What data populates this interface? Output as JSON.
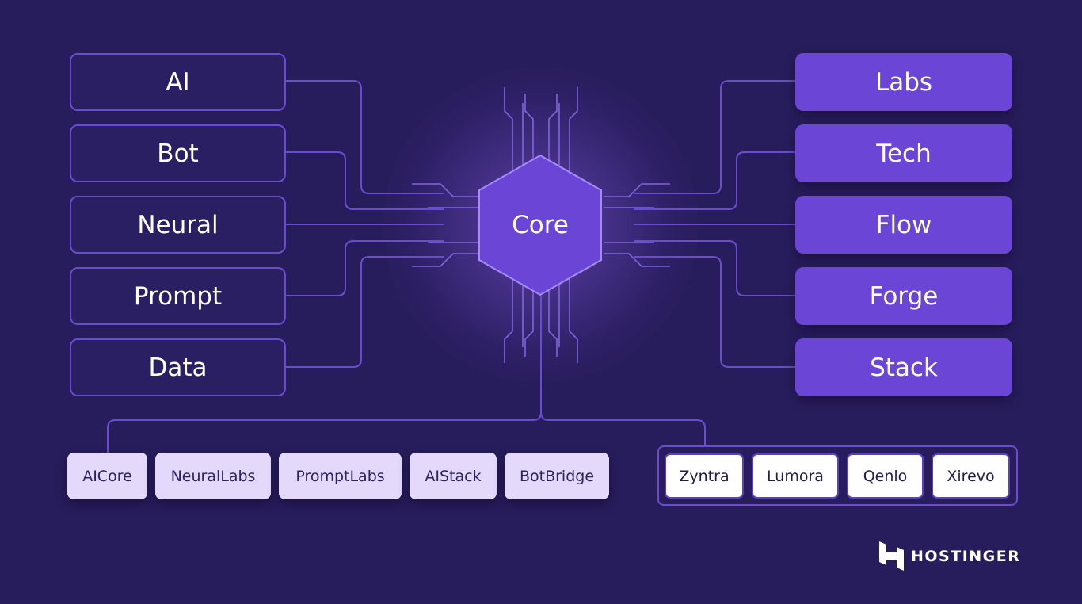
{
  "core": {
    "label": "Core"
  },
  "left_nodes": [
    "AI",
    "Bot",
    "Neural",
    "Prompt",
    "Data"
  ],
  "right_nodes": [
    "Labs",
    "Tech",
    "Flow",
    "Forge",
    "Stack"
  ],
  "bottom_left_pills": [
    "AICore",
    "NeuralLabs",
    "PromptLabs",
    "AIStack",
    "BotBridge"
  ],
  "bottom_right_pills": [
    "Zyntra",
    "Lumora",
    "Qenlo",
    "Xirevo"
  ],
  "brand": {
    "name": "HOSTINGER"
  },
  "colors": {
    "background": "#281d5c",
    "accent": "#6a45d6",
    "line": "#6a4cd0",
    "pill_light": "#e4d9fb",
    "pill_white": "#ffffff"
  }
}
